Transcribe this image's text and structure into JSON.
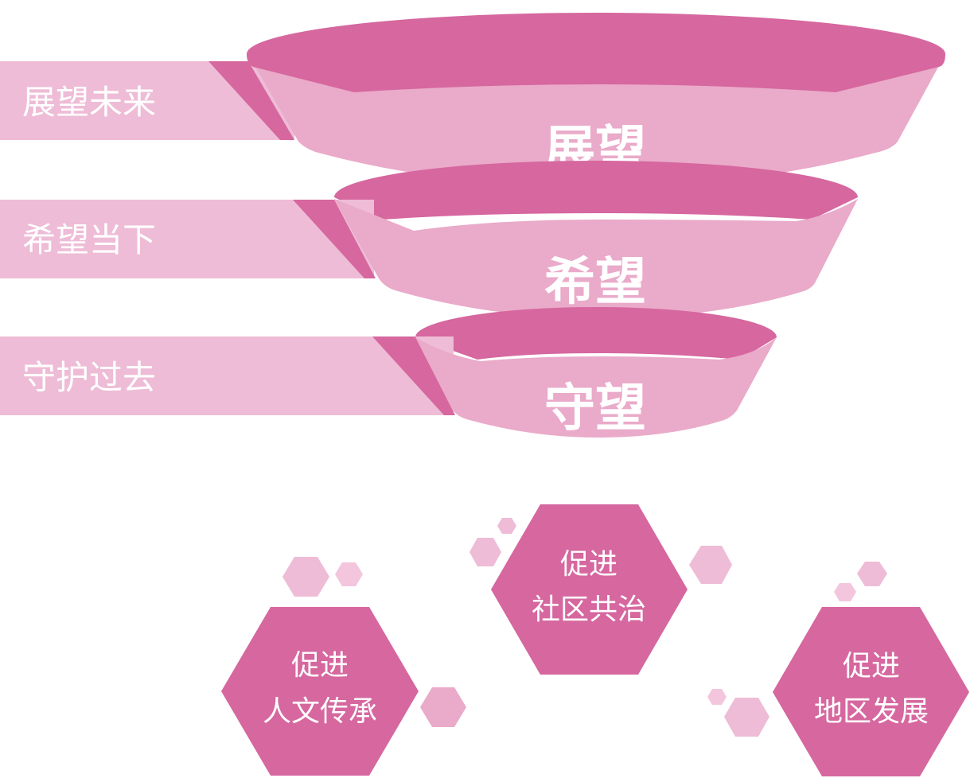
{
  "colors": {
    "magenta": "#d6679f",
    "funnel_light": "#eaaac9",
    "band_light": "#eebcd6",
    "hex_light": "#eebcd6",
    "hex_lighter": "#f3c6de",
    "text": "#ffffff"
  },
  "funnel": {
    "levels": [
      {
        "side_label": "展望未来",
        "center_label": "展望"
      },
      {
        "side_label": "希望当下",
        "center_label": "希望"
      },
      {
        "side_label": "守护过去",
        "center_label": "守望"
      }
    ]
  },
  "hexagons": [
    {
      "line1": "促进",
      "line2": "人文传承"
    },
    {
      "line1": "促进",
      "line2": "社区共治"
    },
    {
      "line1": "促进",
      "line2": "地区发展"
    }
  ]
}
